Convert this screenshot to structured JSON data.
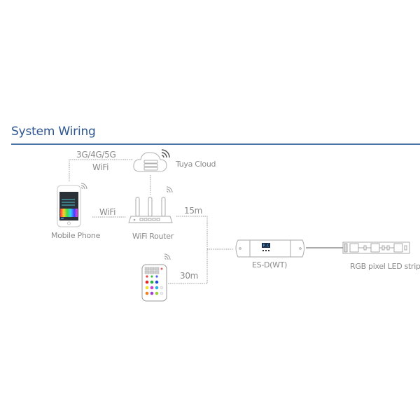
{
  "header": {
    "title": "System Wiring"
  },
  "links": {
    "cellular": "3G/4G/5G",
    "wifi_cloud": "WiFi",
    "wifi_phone_router": "WiFi",
    "router_distance": "15m",
    "remote_distance": "30m"
  },
  "devices": {
    "cloud": "Tuya Cloud",
    "phone": "Mobile Phone",
    "router": "WiFi Router",
    "controller": "ES-D(WT)",
    "controller_display": "P-C",
    "strip": "RGB pixel LED strip"
  },
  "colors": {
    "accent": "#2c5592",
    "line": "#9a9a9a",
    "device_outline": "#a8a8a8"
  }
}
